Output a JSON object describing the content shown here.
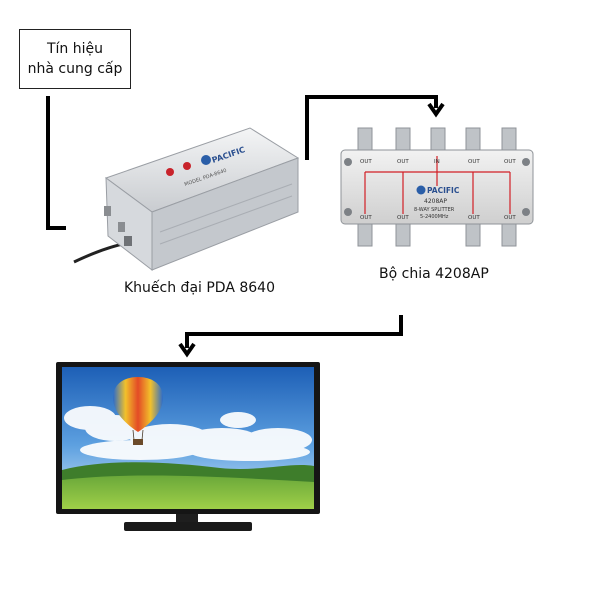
{
  "source": {
    "line1": "Tín hiệu",
    "line2": "nhà cung cấp"
  },
  "amplifier": {
    "label": "Khuếch đại PDA 8640",
    "brand": "PACIFIC",
    "model_text": "MODEL PDA-8640",
    "body_color": "#e9ecef"
  },
  "splitter": {
    "label": "Bộ chia 4208AP",
    "brand": "PACIFIC",
    "model": "4208AP",
    "sub_text": "8-WAY SPLITTER",
    "freq_text": "5-2400MHz",
    "port_in": "IN",
    "port_out": "OUT",
    "accent_color": "#d21f26"
  },
  "tv": {
    "frame_color": "#151515"
  },
  "connector_color": "#000000"
}
